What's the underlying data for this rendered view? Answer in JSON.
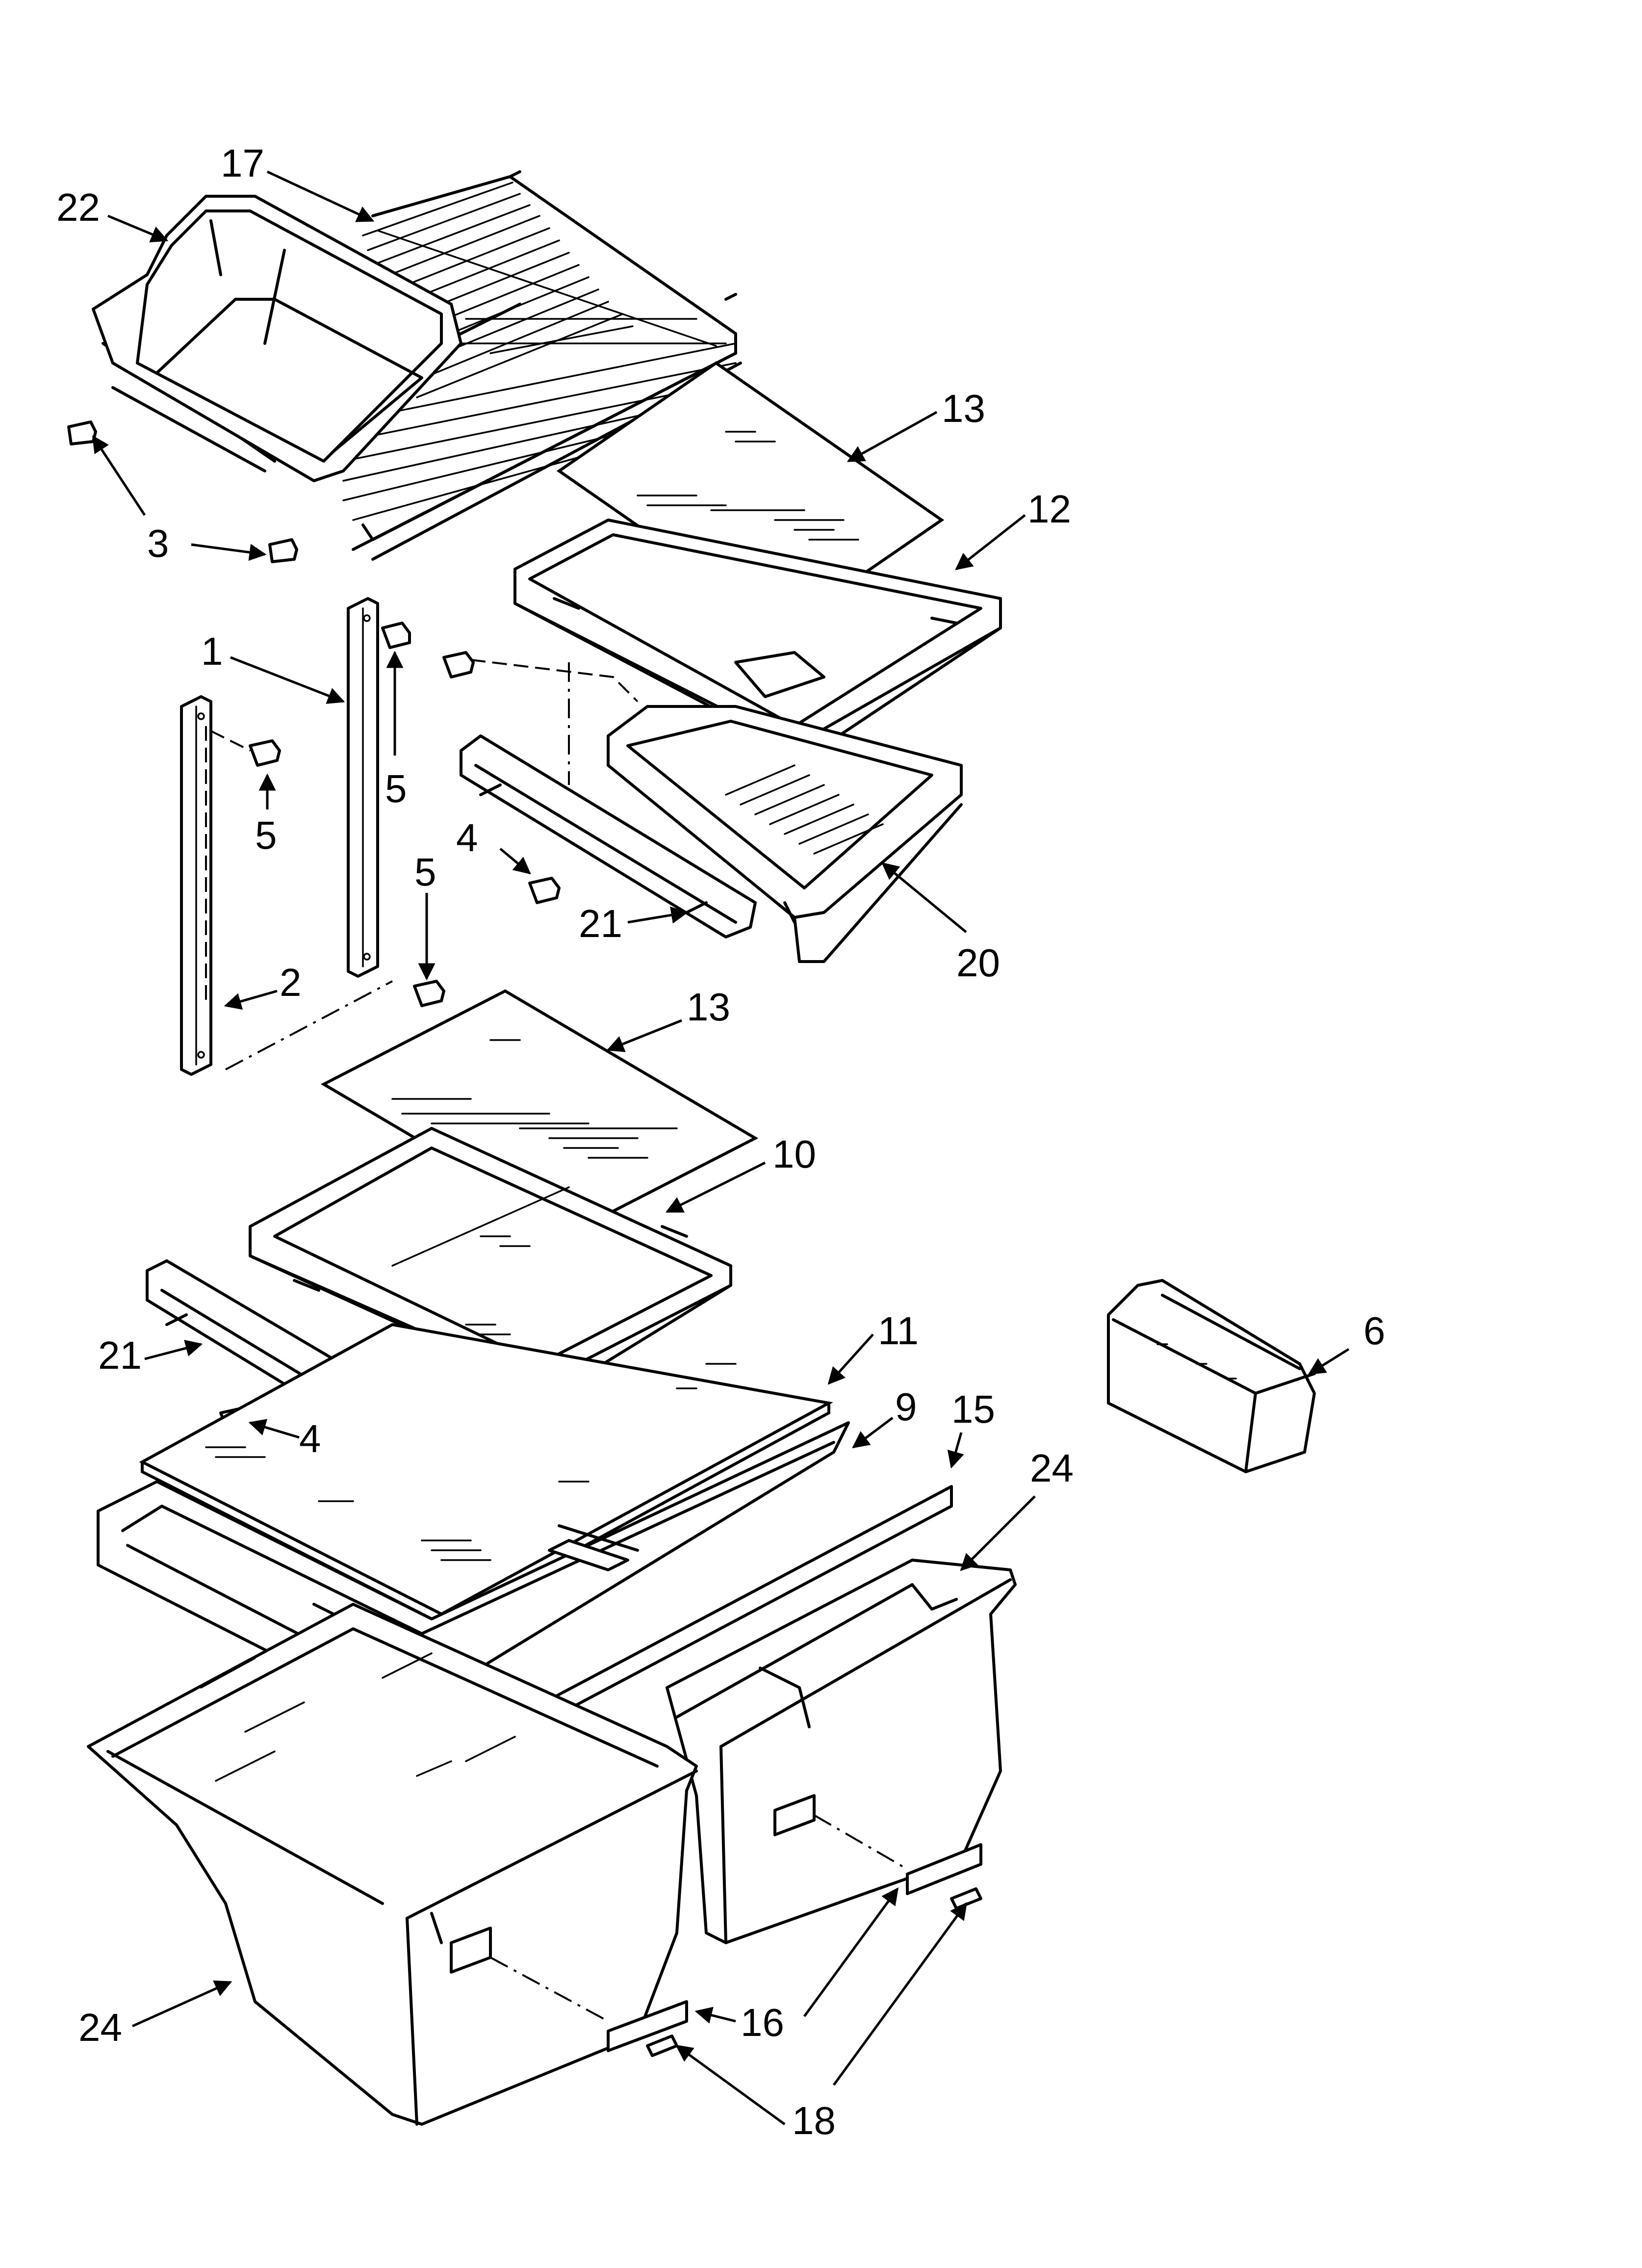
{
  "diagram": {
    "callouts": [
      "22",
      "17",
      "13",
      "12",
      "3",
      "1",
      "5",
      "5",
      "4",
      "21",
      "20",
      "5",
      "2",
      "13",
      "10",
      "6",
      "21",
      "11",
      "4",
      "9",
      "15",
      "24",
      "24",
      "16",
      "18"
    ]
  }
}
